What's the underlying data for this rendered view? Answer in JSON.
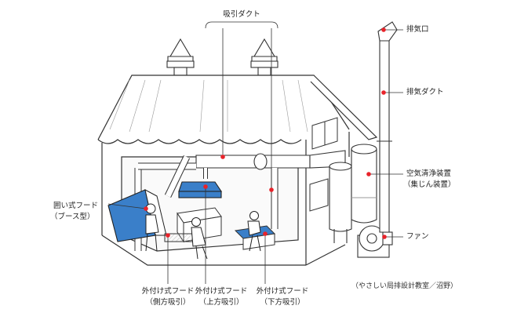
{
  "labels": {
    "intake_duct": "吸引ダクト",
    "exhaust_port": "排気口",
    "exhaust_duct": "排気ダクト",
    "air_cleaner": "空気清浄装置",
    "air_cleaner_sub": "（集じん装置）",
    "fan": "ファン",
    "enclosed_hood": "囲い式フード",
    "enclosed_hood_sub": "（ブース型）",
    "side_hood": "外付け式フード",
    "side_hood_sub": "（側方吸引）",
    "top_hood": "外付け式フード",
    "top_hood_sub": "（上方吸引）",
    "bottom_hood": "外付け式フード",
    "bottom_hood_sub": "（下方吸引）",
    "credit": "（やさしい局排設計教室／沼野）"
  },
  "colors": {
    "accent_red": "#e8232a",
    "hood_blue": "#3a7fc9",
    "line": "#333333"
  }
}
